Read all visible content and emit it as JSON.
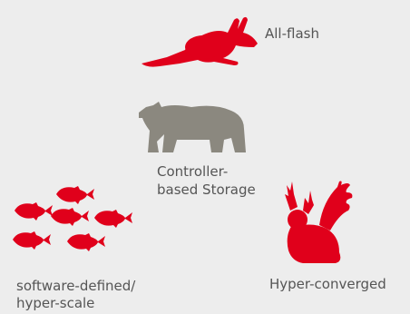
{
  "colors": {
    "background": "#ededed",
    "accent_red": "#e0001b",
    "bear_gray": "#8b887f",
    "label_gray": "#555555"
  },
  "icons": {
    "all_flash": "rabbit-icon",
    "controller_based": "bear-icon",
    "software_defined": "fish-school-icon",
    "hyper_converged": "winged-jackalope-icon"
  },
  "labels": {
    "all_flash": "All-flash",
    "controller_line1": "Controller-",
    "controller_line2": "based Storage",
    "hyper_converged": "Hyper-converged",
    "software_line1": "software-defined/",
    "software_line2": "hyper-scale"
  }
}
